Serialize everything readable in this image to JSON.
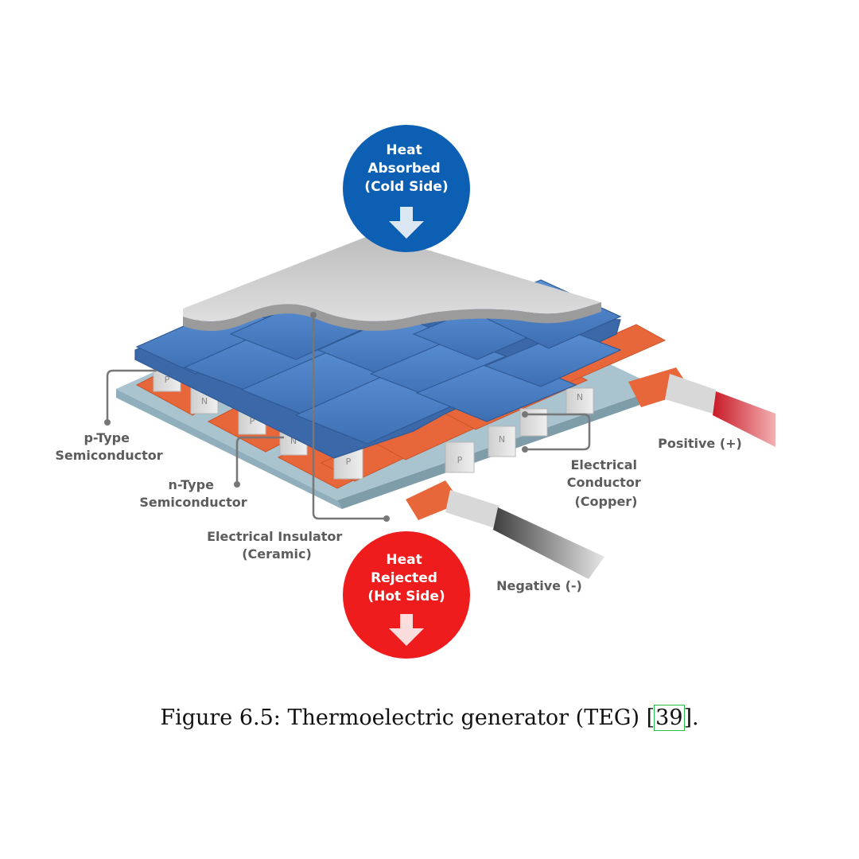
{
  "labels": {
    "heat_absorbed": [
      "Heat",
      "Absorbed",
      "(Cold Side)"
    ],
    "heat_rejected": [
      "Heat",
      "Rejected",
      "(Hot Side)"
    ],
    "p_type": [
      "p-Type",
      "Semiconductor"
    ],
    "n_type": [
      "n-Type",
      "Semiconductor"
    ],
    "insulator": [
      "Electrical Insulator",
      "(Ceramic)"
    ],
    "conductor": [
      "Electrical",
      "Conductor",
      "(Copper)"
    ],
    "positive": "Positive (+)",
    "negative": "Negative (-)",
    "pellet_p": "P",
    "pellet_n": "N"
  },
  "caption": {
    "text": "Figure 6.5: Thermoelectric generator (TEG) [",
    "ref": "39",
    "suffix": "]."
  },
  "colors": {
    "cold_circle": "#0d5fb3",
    "hot_circle": "#ee1c1c",
    "tile_blue": "#4a7fc4",
    "copper": "#e8673a",
    "ceramic": "#a9c3cf",
    "top_plate": "#c9c9c9",
    "pellet": "#dcdcdc",
    "wire_positive": "#e02030",
    "wire_negative": "#555555"
  }
}
